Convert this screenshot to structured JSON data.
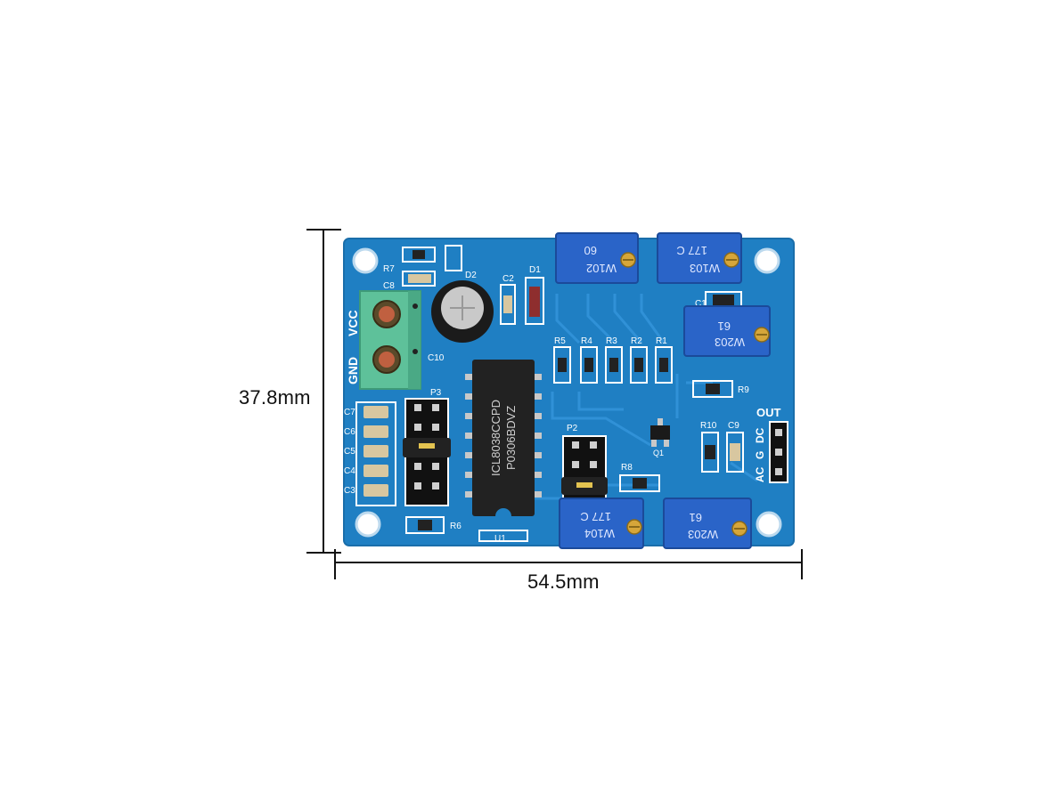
{
  "dimensions": {
    "height": "37.8mm",
    "width": "54.5mm"
  },
  "colors": {
    "pcb": "#1f7fc3",
    "pcb_edge": "#1a6eaa",
    "trace": "#2c8fd6",
    "silk": "#ffffff",
    "terminal": "#5ec19a",
    "pot": "#2a64c8",
    "header": "#1a1a1a",
    "ic": "#222222"
  },
  "board": {
    "terminal_labels": [
      "VCC",
      "GND"
    ],
    "capacitor_labels": [
      "C7",
      "C6",
      "C5",
      "C4",
      "C3"
    ],
    "resistor_row_labels": [
      "R5",
      "R4",
      "R3",
      "R2",
      "R1"
    ],
    "labels": {
      "r7": "R7",
      "d2": "D2",
      "c8": "C8",
      "c2": "C2",
      "d1": "D1",
      "c10": "C10",
      "p3": "P3",
      "r6": "R6",
      "u1": "U1",
      "p2": "P2",
      "r8": "R8",
      "r9": "R9",
      "c1": "C1",
      "q1": "Q1",
      "r10": "R10",
      "c9": "C9",
      "out": "OUT",
      "dc": "DC",
      "g": "G",
      "ac": "AC"
    },
    "ic_text": [
      "ICL8038CCPD",
      "P0306BDVZ"
    ],
    "pots": [
      {
        "code": "W102",
        "sub": "60"
      },
      {
        "code": "W103",
        "sub": "177 C"
      },
      {
        "code": "W203",
        "sub": "61"
      },
      {
        "code": "W104",
        "sub": "177 C"
      },
      {
        "code": "W203",
        "sub": "61"
      }
    ]
  }
}
